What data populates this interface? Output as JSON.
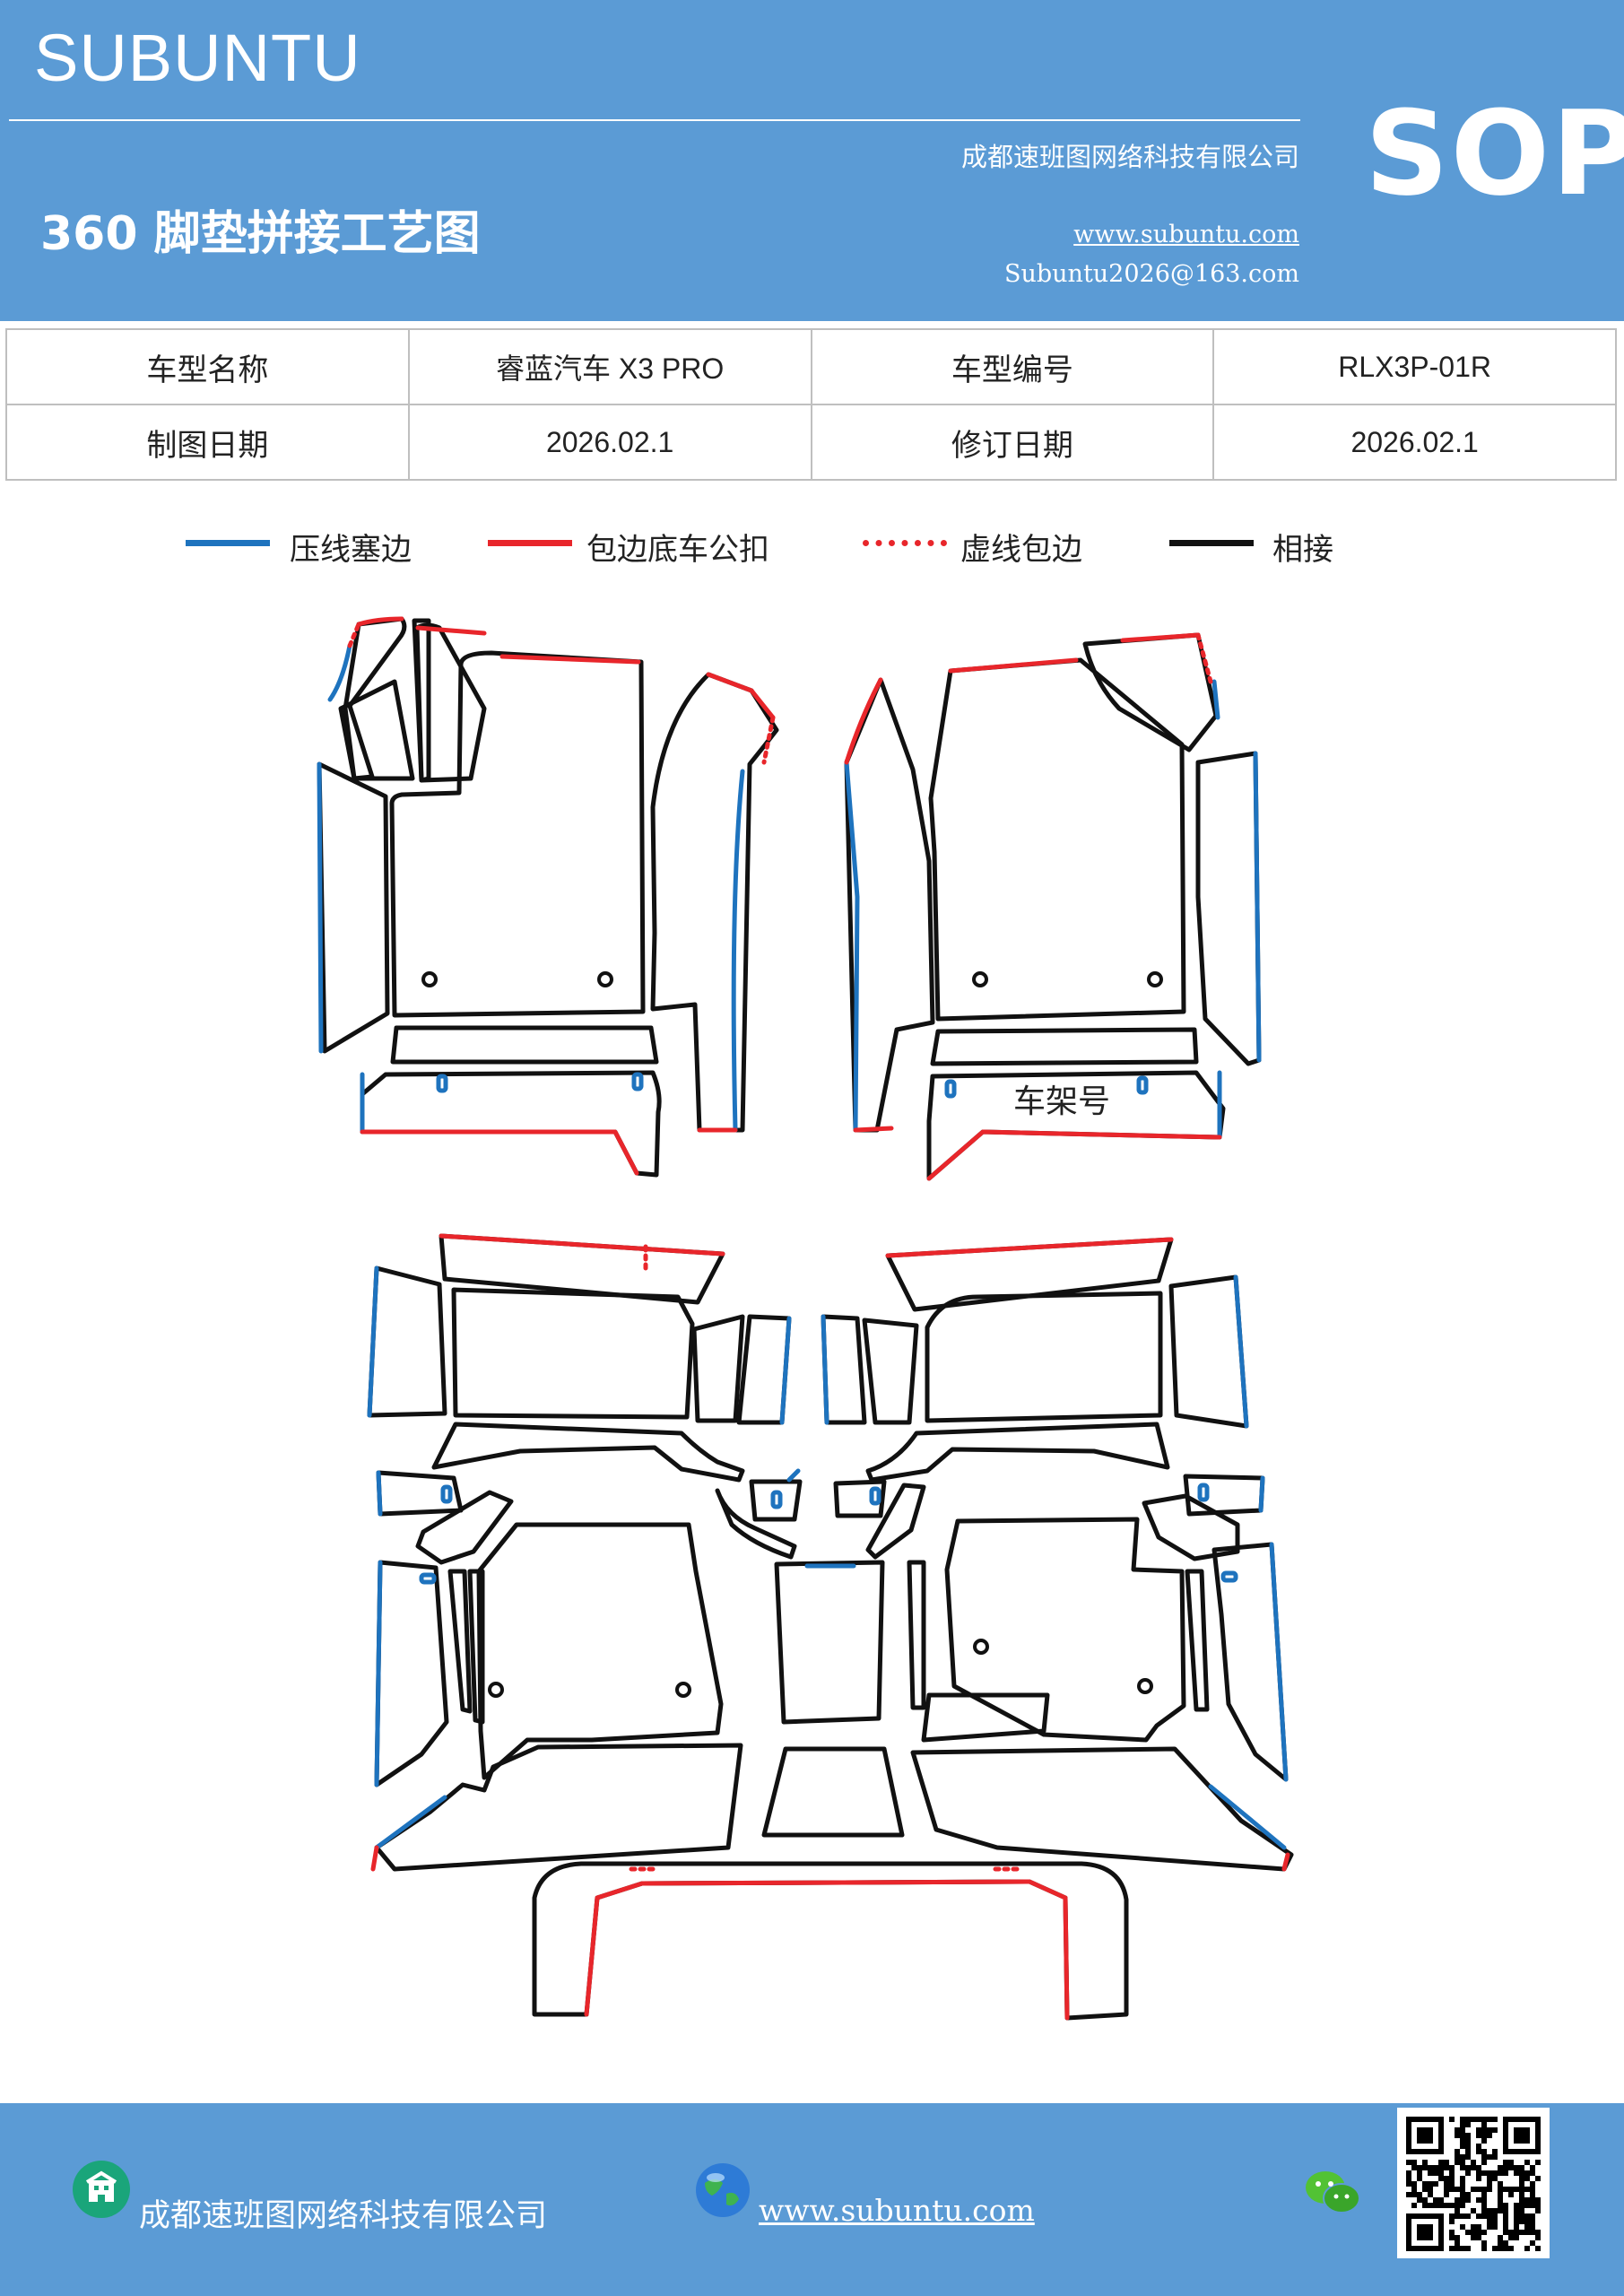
{
  "header": {
    "brand": "SUBUNTU",
    "company": "成都速班图网络科技有限公司",
    "website": "www.subuntu.com",
    "email": "Subuntu2026@163.com",
    "title": "360 脚垫拼接工艺图",
    "badge": "SOP"
  },
  "info_table": {
    "rows": [
      {
        "label1": "车型名称",
        "value1": "睿蓝汽车 X3  PRO",
        "label2": "车型编号",
        "value2": "RLX3P-01R"
      },
      {
        "label1": "制图日期",
        "value1": "2026.02.1",
        "label2": "修订日期",
        "value2": "2026.02.1"
      }
    ]
  },
  "legend": [
    {
      "label": "压线塞边",
      "color": "#1e73be",
      "style": "solid"
    },
    {
      "label": "包边底车公扣",
      "color": "#e8262b",
      "style": "solid"
    },
    {
      "label": "虚线包边",
      "color": "#e8262b",
      "style": "dotted"
    },
    {
      "label": "相接",
      "color": "#111111",
      "style": "solid"
    }
  ],
  "drawing": {
    "vin_label": "车架号",
    "colors": {
      "outline": "#111111",
      "press": "#1e73be",
      "wrap": "#e8262b"
    }
  },
  "footer": {
    "company": "成都速班图网络科技有限公司",
    "website": "www.subuntu.com",
    "icons": [
      "building-icon",
      "globe-icon",
      "wechat-icon",
      "qr-code"
    ]
  }
}
